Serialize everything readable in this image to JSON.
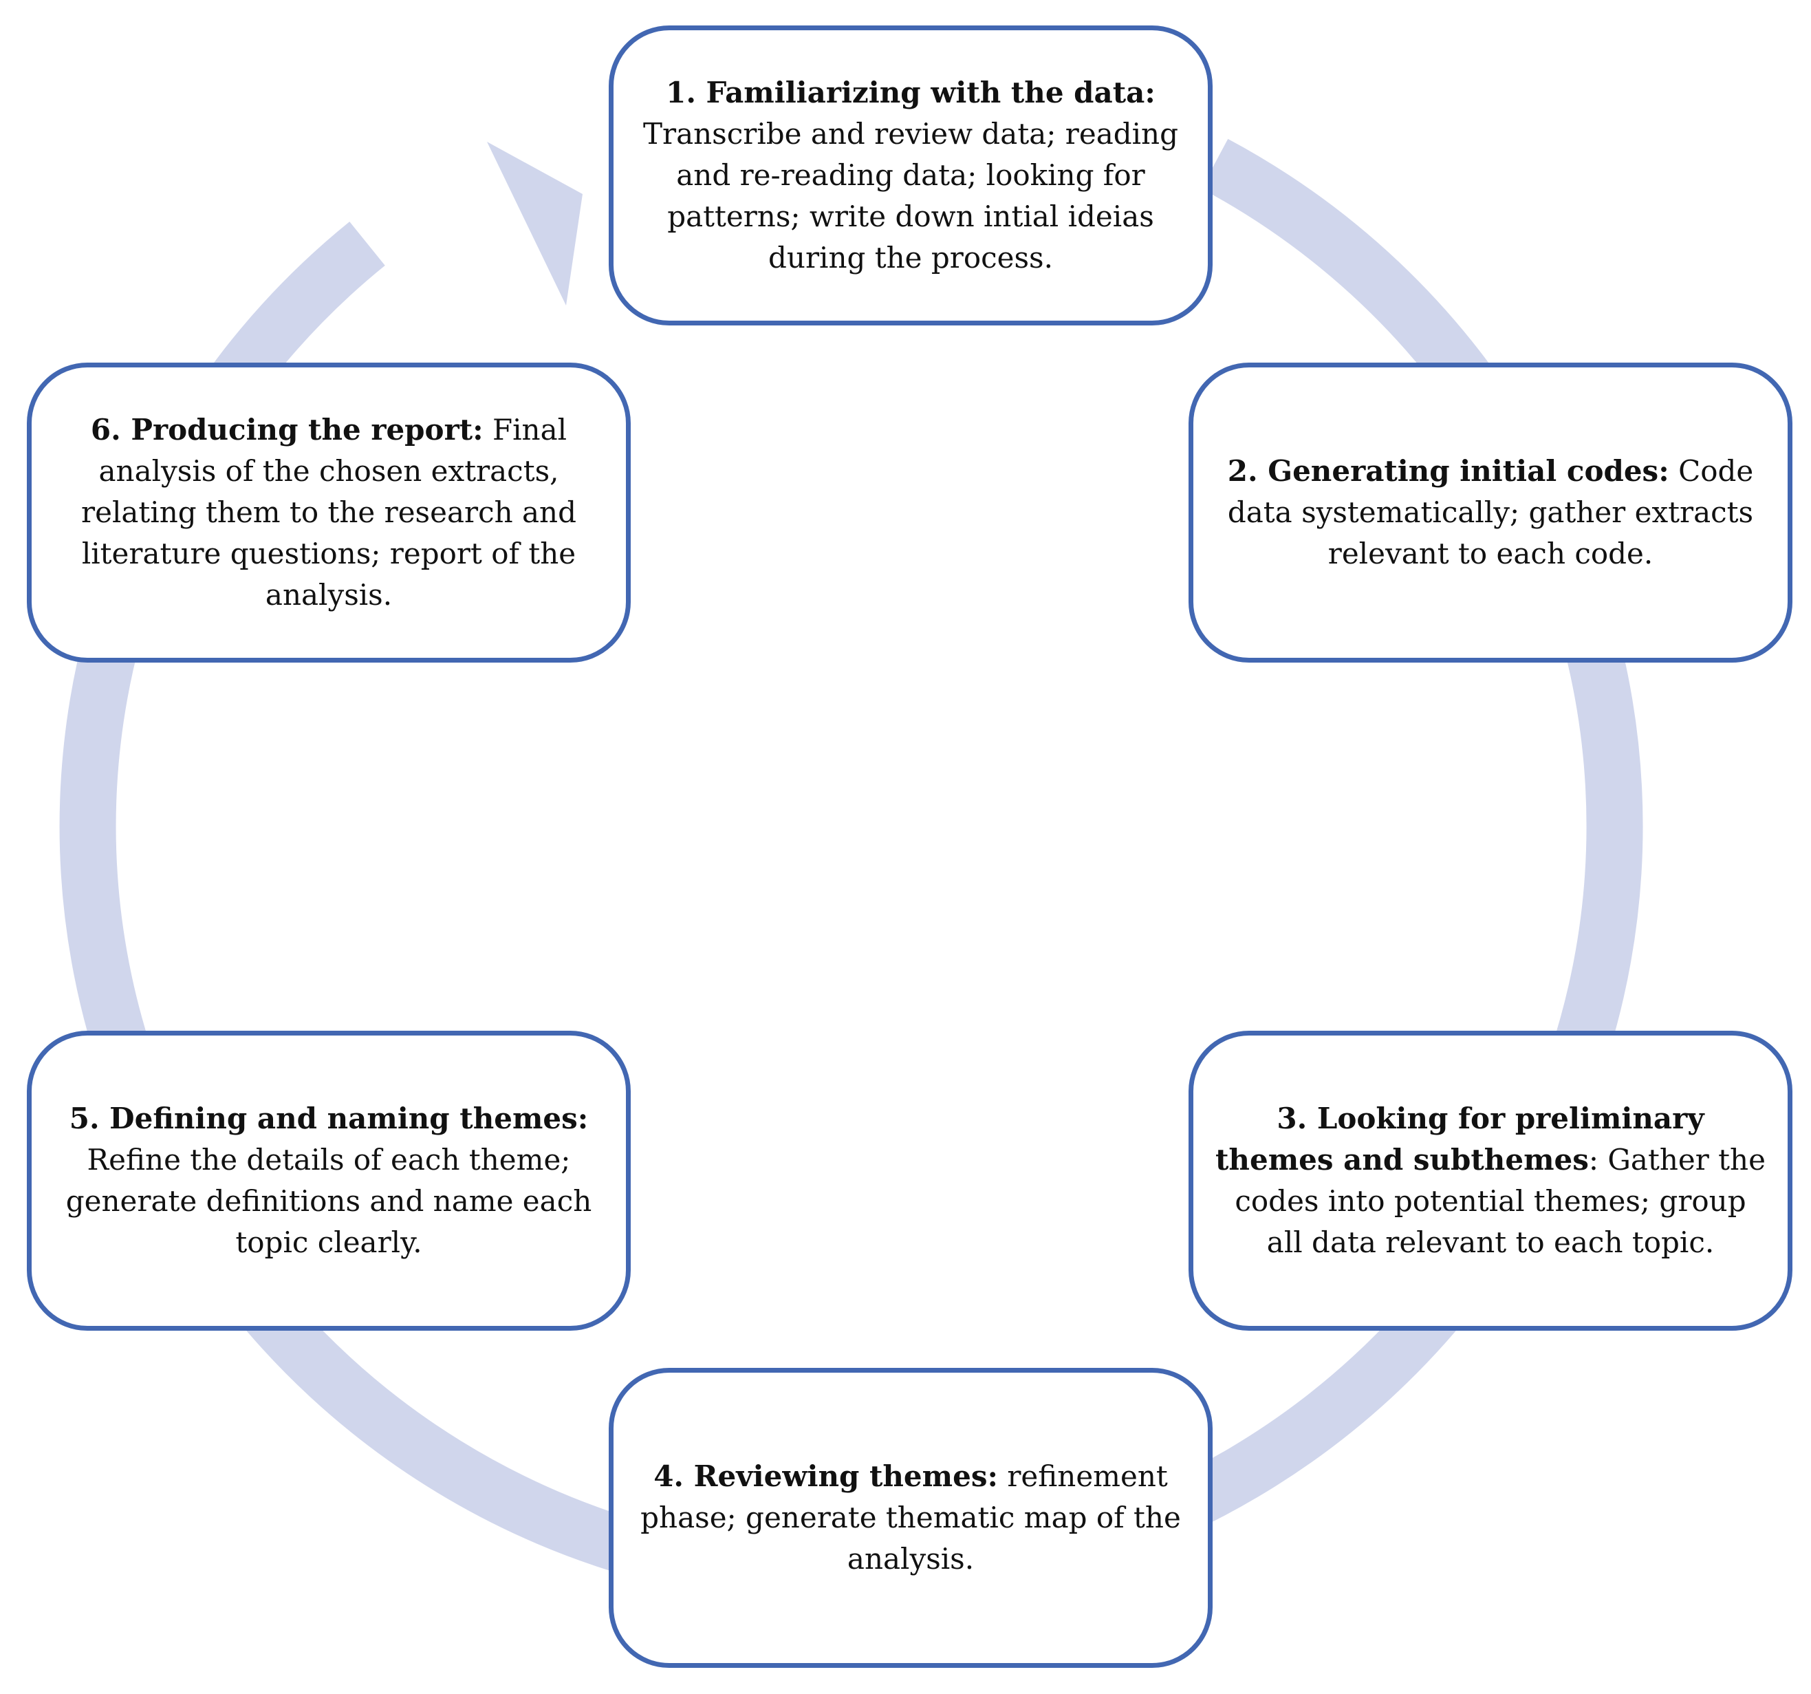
{
  "colors": {
    "cycle_arrow": "#d0d6ec",
    "box_border": "#4267b2",
    "text": "#111111"
  },
  "steps": [
    {
      "title": "1. Familiarizing with the data:",
      "body": "Transcribe and review data; reading and re-reading data; looking for patterns; write down intial ideias during the process."
    },
    {
      "title": "2. Generating initial codes:",
      "body": "Code data systematically; gather extracts relevant to each code."
    },
    {
      "title": "3. Looking for preliminary themes and subthemes",
      "body": ": Gather the codes into potential themes; group all data relevant to each topic."
    },
    {
      "title": "4. Reviewing themes:",
      "body": "refinement phase; generate thematic map of the analysis."
    },
    {
      "title": "5. Defining and naming themes:",
      "body": "Refine the details of each theme; generate definitions and name each topic clearly."
    },
    {
      "title": "6. Producing the report:",
      "body": "Final analysis of the chosen extracts, relating them to the research and literature questions; report of the analysis."
    }
  ]
}
